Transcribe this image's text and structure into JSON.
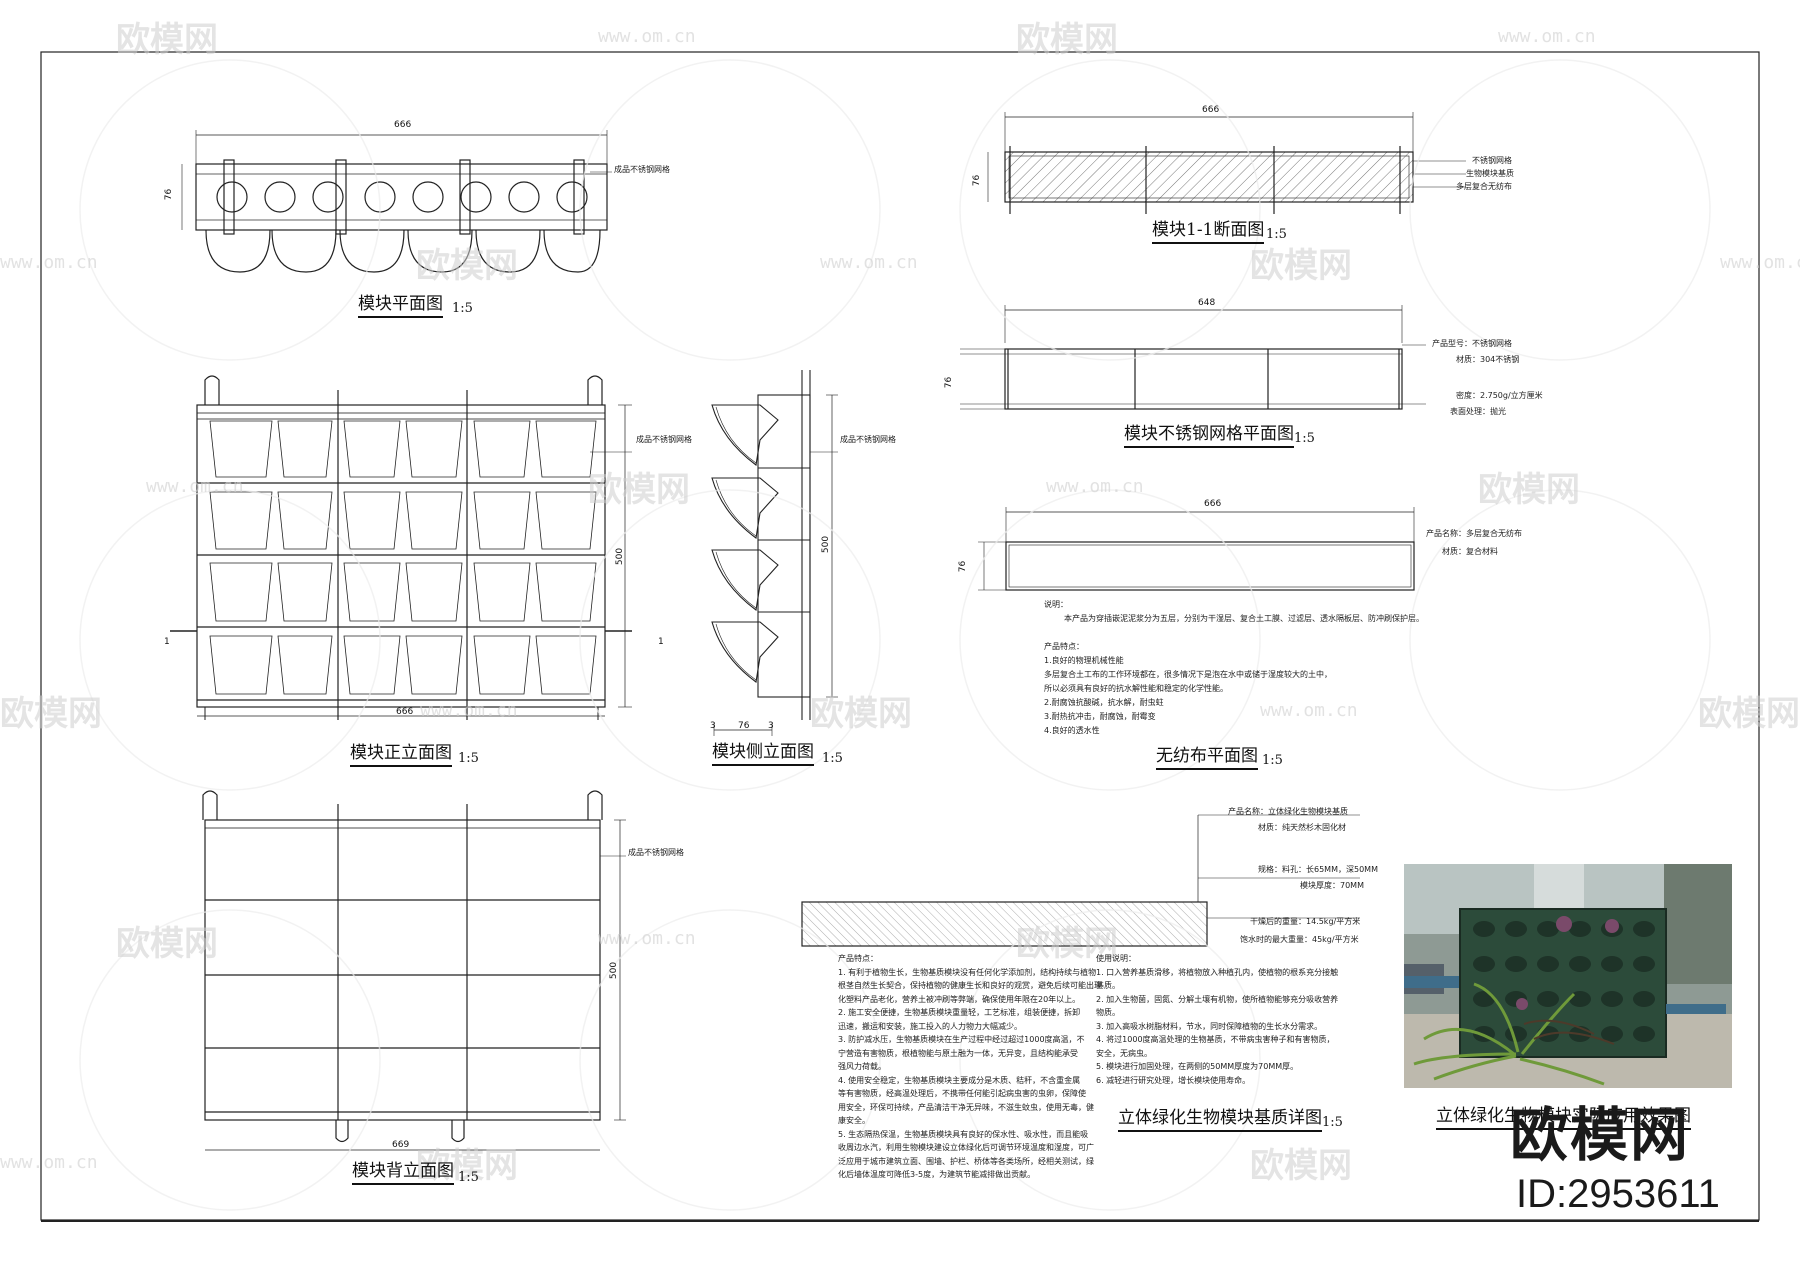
{
  "watermark": {
    "brand": "欧模网",
    "url": "www.om.cn",
    "id": "ID:2953611"
  },
  "views": {
    "plan": {
      "title": "模块平面图",
      "scale": "1:5",
      "dim_top": "666",
      "dim_side": "76",
      "note": "成品不锈钢网格"
    },
    "front": {
      "title": "模块正立面图",
      "scale": "1:5",
      "dim_bottom": "666",
      "dim_right": "500",
      "note": "成品不锈钢网格",
      "cut_left": "1",
      "cut_right": "1"
    },
    "side": {
      "title": "模块侧立面图",
      "scale": "1:5",
      "dim_right": "500",
      "note": "成品不锈钢网格",
      "dim_bottom": "76",
      "dim_a": "3",
      "dim_b": "3"
    },
    "back": {
      "title": "模块背立面图",
      "scale": "1:5",
      "dim_bottom": "669",
      "dim_right": "500",
      "note": "成品不锈钢网格"
    },
    "section": {
      "title": "模块1-1断面图",
      "scale": "1:5",
      "dim_top": "666",
      "dim_side": "76",
      "labels": [
        "不锈钢网格",
        "生物模块基质",
        "多层复合无纺布"
      ]
    },
    "grid": {
      "title": "模块不锈钢网格平面图",
      "scale": "1:5",
      "dim_top": "648",
      "dim_side": "76",
      "specs": [
        "产品型号：不锈钢网格",
        "材质：304不锈钢",
        "密度：2.750g/立方厘米",
        "表面处理：抛光"
      ]
    },
    "fabric": {
      "title": "无纺布平面图",
      "scale": "1:5",
      "dim_top": "666",
      "dim_side": "76",
      "specs": [
        "产品名称：多层复合无纺布",
        "材质：复合材料"
      ],
      "notes": [
        "说明：",
        "本产品为穿插嵌泥泥浆分为五层，分别为干湿层、复合土工膜、过滤层、透水隔板层、防冲刷保护层。",
        "",
        "产品特点：",
        "1.良好的物理机械性能",
        "  多层复合土工布的工作环境都在，很多情况下是泡在水中或储于湿度较大的土中，",
        "  所以必须具有良好的抗水解性能和稳定的化学性能。",
        "2.耐腐蚀抗酸碱，抗水解，耐虫蛀",
        "3.耐热抗冲击，耐腐蚀，耐霉变",
        "4.良好的透水性"
      ]
    },
    "substrate": {
      "title": "立体绿化生物模块基质详图",
      "scale": "1:5",
      "specs": [
        "产品名称：立体绿化生物模块基质",
        "材质：纯天然杉木固化材",
        "规格：料孔：长65MM，深50MM",
        "模块厚度：70MM",
        "干燥后的重量：14.5kg/平方米",
        "饱水时的最大重量：45kg/平方米"
      ],
      "features": [
        "产品特点：",
        "1. 有利于植物生长，生物基质模块没有任何化学添加剂，结构持续与植物",
        "根茎自然生长契合，保持植物的健康生长和良好的观赏，避免后续可能出现",
        "化塑料产品老化，营养土被冲刷等弊端，确保使用年限在20年以上。",
        "2. 施工安全便捷，生物基质模块重量轻，工艺标准，组装便捷，拆卸",
        "迅速，搬运和安装，施工投入的人力物力大幅减少。",
        "3. 防护减水压，生物基质模块在生产过程中经过超过1000度高温，不",
        "宁营造有害物质，根植物能与原土融为一体，无异变，且结构能承受",
        "强风力荷载。",
        "4. 使用安全稳定，生物基质模块主要成分是木质、秸秆，不含重金属",
        "等有害物质，经高温处理后，不携带任何能引起病虫害的虫卵，保障使",
        "用安全，环保可持续，产品清洁干净无异味，不滋生蚊虫，使用无毒，健",
        "康安全。",
        "5. 生态隔热保温，生物基质模块具有良好的保水性、吸水性，而且能吸",
        "收周边水汽，利用生物模块建设立体绿化后可调节环境温度和湿度，可广",
        "泛应用于城市建筑立面、围墙、护栏、桥体等各类场所，经相关测试，绿",
        "化后墙体温度可降低3-5度，为建筑节能减排做出贡献。"
      ],
      "usage": [
        "使用说明：",
        "1. 口入营养基质滑移，将植物放入种植孔内，使植物的根系充分接触",
        "基质。",
        "2. 加入生物菌，固氮、分解土壤有机物，使所植物能够充分吸收营养",
        "物质。",
        "3. 加入高吸水树脂材料，节水，同时保障植物的生长水分需求。",
        "4. 将过1000度高温处理的生物基质，不带病虫害种子和有害物质，",
        "安全，无病虫。",
        "5. 模块进行加固处理，在两侧的50MM厚度为70MM厚。",
        "6. 减轻进行研究处理，增长模块使用寿命。"
      ]
    },
    "photo": {
      "title": "立体绿化生物模块实际应用效果图"
    }
  }
}
